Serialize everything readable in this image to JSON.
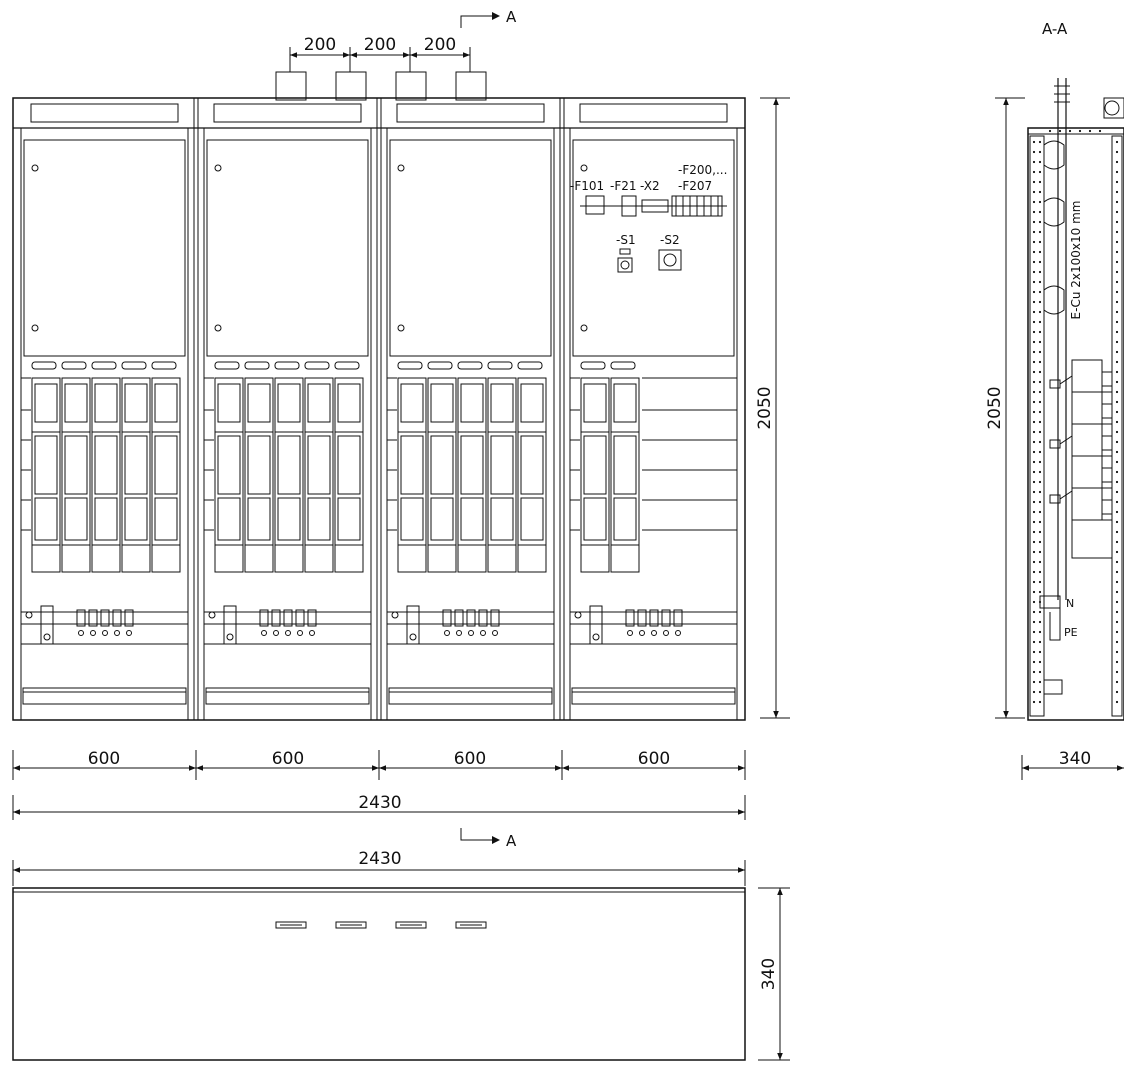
{
  "section_marker": {
    "letter": "A",
    "view_title": "A-A"
  },
  "front_view": {
    "entry_dimensions": [
      "200",
      "200",
      "200"
    ],
    "panel_widths": [
      "600",
      "600",
      "600",
      "600"
    ],
    "total_width": "2430",
    "height": "2050",
    "panel4_labels": {
      "f101": "-F101",
      "f21": "-F21",
      "x2": "-X2",
      "f200": "-F200,...",
      "f207": "-F207",
      "s1": "-S1",
      "s2": "-S2"
    }
  },
  "side_view": {
    "height": "2050",
    "depth": "340",
    "busbar_label": "E-Cu 2x100x10 mm",
    "n_label": "N",
    "pe_label": "PE"
  },
  "top_view": {
    "width": "2430",
    "depth": "340"
  }
}
